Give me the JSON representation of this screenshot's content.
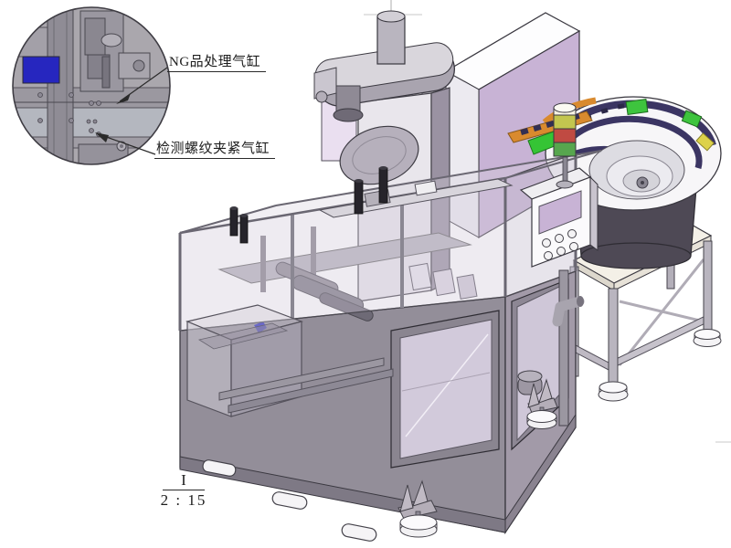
{
  "drawing": {
    "callouts": {
      "ng_cylinder": "NG品处理气缸",
      "clamp_cylinder": "检测螺纹夹紧气缸"
    },
    "detail_view": {
      "designator": "I",
      "scale": "2 : 15"
    }
  },
  "colors": {
    "highlight_blue": "#2626bf",
    "track_orange": "#d98a2e",
    "track_navy": "#3b3563",
    "tab_green": "#3ec43e",
    "tab_yellow": "#ddd24a",
    "patch_green": "#35c435",
    "light_cap": "#f4f1e2",
    "light_yellow": "#c3c64f",
    "light_red": "#c04a42",
    "light_green": "#57a64e",
    "cabinet_lavender": "#c8b3d5",
    "glass_tint": "#d9d0e2",
    "machine_gray": "#938e99",
    "table_top": "#f4f0e7"
  }
}
